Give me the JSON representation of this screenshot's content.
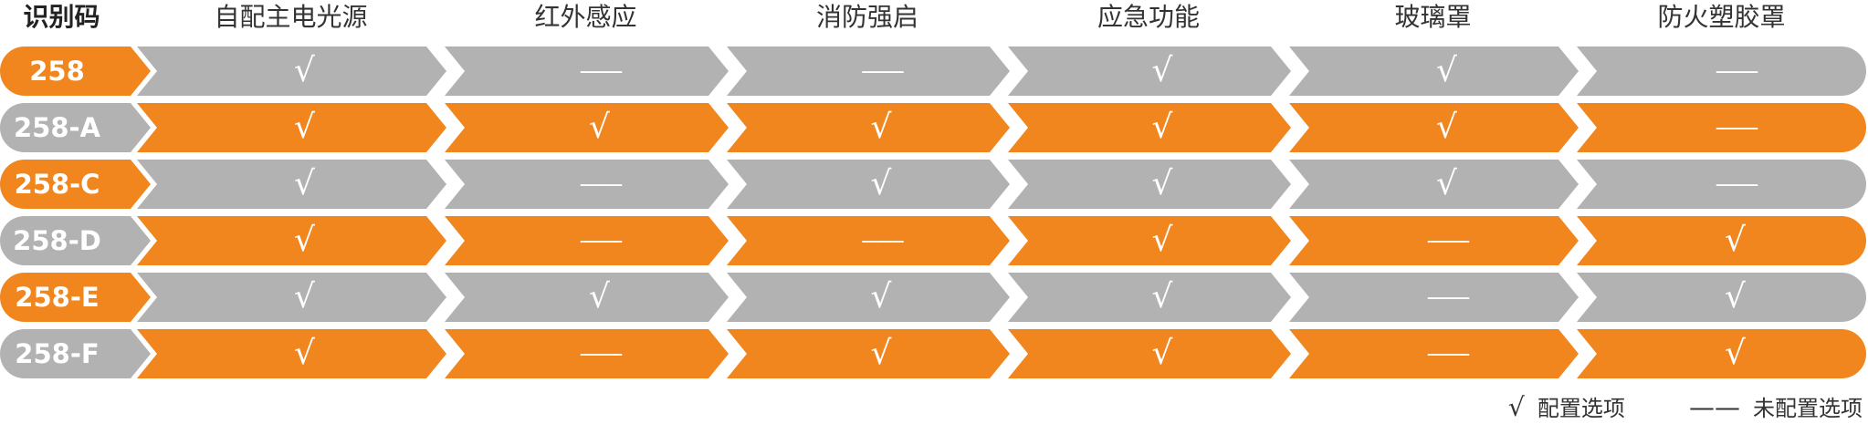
{
  "header": {
    "id_label": "识别码",
    "columns": [
      "自配主电光源",
      "红外感应",
      "消防强启",
      "应急功能",
      "玻璃罩",
      "防火塑胶罩"
    ]
  },
  "colors": {
    "orange": "#f0861d",
    "gray": "#b2b2b2",
    "text": "#ffffff"
  },
  "symbols": {
    "yes": "√",
    "no": "——"
  },
  "rows": [
    {
      "id": "258",
      "marks": [
        "√",
        "——",
        "——",
        "√",
        "√",
        "——"
      ]
    },
    {
      "id": "258-A",
      "marks": [
        "√",
        "√",
        "√",
        "√",
        "√",
        "——"
      ]
    },
    {
      "id": "258-C",
      "marks": [
        "√",
        "——",
        "√",
        "√",
        "√",
        "——"
      ]
    },
    {
      "id": "258-D",
      "marks": [
        "√",
        "——",
        "——",
        "√",
        "——",
        "√"
      ]
    },
    {
      "id": "258-E",
      "marks": [
        "√",
        "√",
        "√",
        "√",
        "——",
        "√"
      ]
    },
    {
      "id": "258-F",
      "marks": [
        "√",
        "——",
        "√",
        "√",
        "——",
        "√"
      ]
    }
  ],
  "legend": {
    "yes_label": "配置选项",
    "no_label": "未配置选项"
  }
}
